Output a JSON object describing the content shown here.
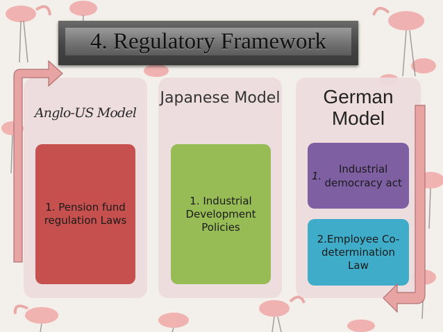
{
  "title": "4. Regulatory Framework",
  "columns": [
    {
      "heading": "Anglo-US Model",
      "cards": [
        "1. Pension fund regulation Laws"
      ]
    },
    {
      "heading": "Japanese Model",
      "cards": [
        "1. Industrial Development Policies"
      ]
    },
    {
      "heading": "German Model",
      "cards": [
        "1.Industrial democracy act",
        "2.Employee Co-determination Law"
      ]
    }
  ],
  "colors": {
    "anglo_card": "#c5504e",
    "japanese_card": "#97bb55",
    "german_card_1": "#7d5fa2",
    "german_card_2": "#3fadc9",
    "arrow_fill": "#e8a3a3"
  }
}
